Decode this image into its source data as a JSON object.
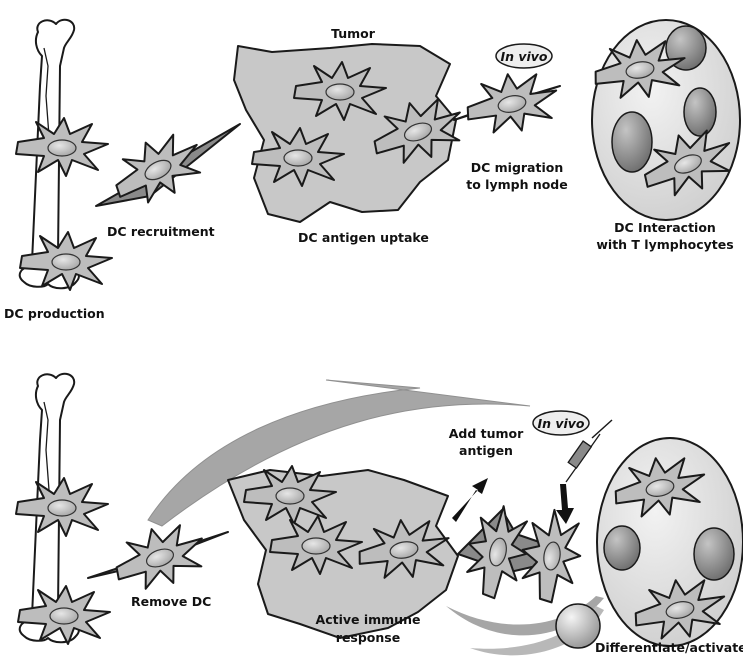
{
  "top_panel": {
    "tumor_title": "Tumor",
    "in_vivo_badge": "In vivo",
    "dc_production": "DC production",
    "dc_recruitment": "DC recruitment",
    "dc_antigen_uptake": "DC antigen uptake",
    "dc_migration_line1": "DC migration",
    "dc_migration_line2": "to lymph node",
    "dc_interaction_line1": "DC Interaction",
    "dc_interaction_line2": "with T lymphocytes"
  },
  "bottom_panel": {
    "in_vivo_badge": "In vivo",
    "add_tumor_antigen_line1": "Add tumor",
    "add_tumor_antigen_line2": "antigen",
    "remove_dc": "Remove DC",
    "active_immune_line1": "Active immune",
    "active_immune_line2": "response",
    "differentiate_activate": "Differentiate/activate"
  },
  "colors": {
    "cell_fill": "#bdbdbd",
    "cell_dark": "#8a8a8a",
    "tumor_fill": "#c8c8c8",
    "lymph_fill": "#e2e2e2",
    "sphere_fill": "#9a9a9a",
    "outline": "#1a1a1a",
    "arrow_gray": "#a6a6a6"
  }
}
